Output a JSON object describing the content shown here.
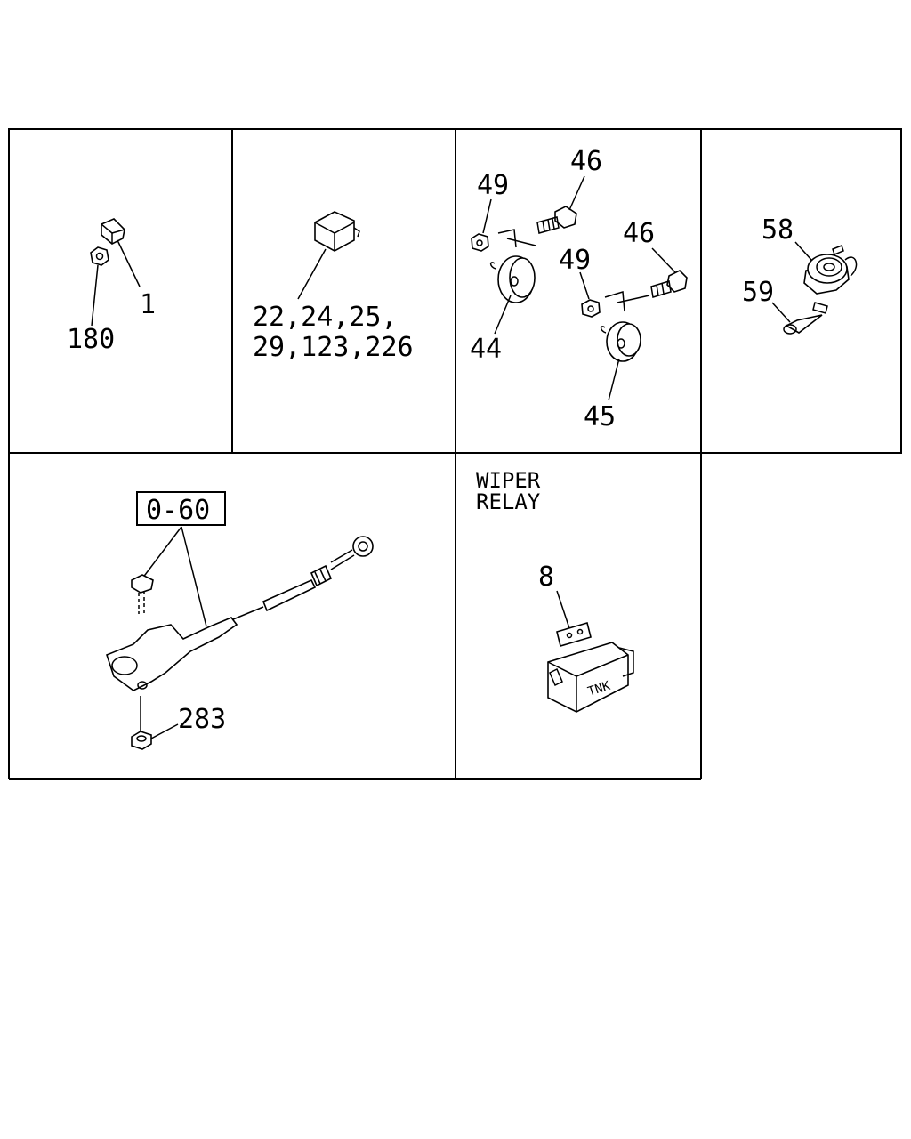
{
  "panels": {
    "p1": {
      "callouts": [
        "1",
        "180"
      ]
    },
    "p2": {
      "callout_line1": "22,24,25,",
      "callout_line2": "29,123,226"
    },
    "p3": {
      "callouts": [
        "49",
        "46",
        "49",
        "46",
        "44",
        "45"
      ]
    },
    "p4": {
      "callouts": [
        "58",
        "59"
      ]
    },
    "p5": {
      "ref_box": "0-60",
      "callouts": [
        "283"
      ]
    },
    "p6": {
      "title_line1": "WIPER",
      "title_line2": "RELAY",
      "callouts": [
        "8"
      ],
      "part_marking": "TNK"
    }
  }
}
